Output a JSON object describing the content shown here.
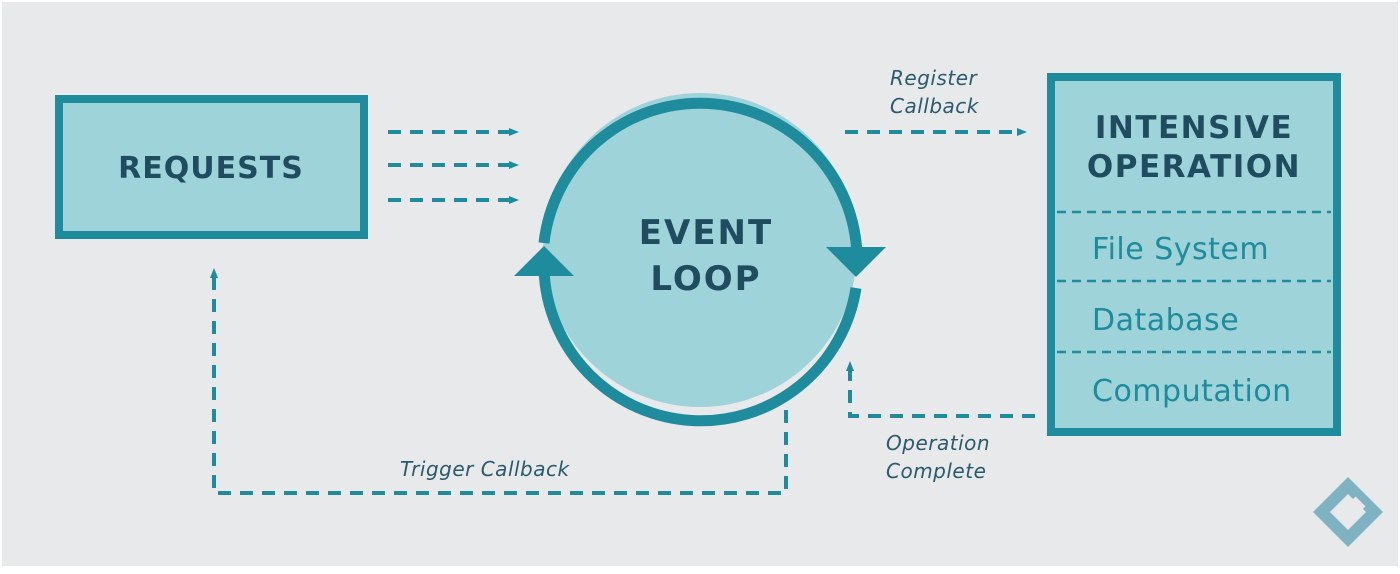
{
  "colors": {
    "background": "#e8e9eb",
    "fill": "#9fd3da",
    "stroke": "#1e8c9c",
    "text_dark": "#1f4d5f",
    "text_teal": "#1e8c9c",
    "label": "#2a5a6b",
    "logo": "#7fb3c4"
  },
  "nodes": {
    "requests": {
      "label": "REQUESTS"
    },
    "event_loop": {
      "line1": "EVENT",
      "line2": "LOOP"
    },
    "intensive_operation": {
      "title_line1": "INTENSIVE",
      "title_line2": "OPERATION",
      "items": [
        "File System",
        "Database",
        "Computation"
      ]
    }
  },
  "edges": {
    "register_callback": {
      "line1": "Register",
      "line2": "Callback"
    },
    "operation_complete": {
      "line1": "Operation",
      "line2": "Complete"
    },
    "trigger_callback": {
      "label": "Trigger Callback"
    }
  },
  "logo": {
    "icon": "diamond-logo-icon"
  }
}
